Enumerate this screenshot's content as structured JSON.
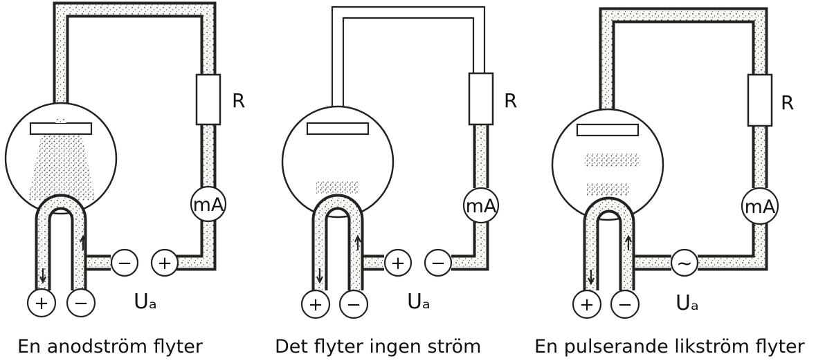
{
  "panels": [
    {
      "caption": "En anodström flyter",
      "resistor_label": "R",
      "meter_label": "mA",
      "voltage_label": "Uₐ",
      "source_terminals": [
        "−",
        "+"
      ],
      "filament_terminals": [
        "+",
        "−"
      ]
    },
    {
      "caption": "Det flyter ingen ström",
      "resistor_label": "R",
      "meter_label": "mA",
      "voltage_label": "Uₐ",
      "source_terminals": [
        "+",
        "−"
      ],
      "filament_terminals": [
        "+",
        "−"
      ]
    },
    {
      "caption": "En pulserande likström flyter",
      "resistor_label": "R",
      "meter_label": "mA",
      "voltage_label": "Uₐ",
      "source_symbol": "~",
      "filament_terminals": [
        "+",
        "−"
      ]
    }
  ]
}
